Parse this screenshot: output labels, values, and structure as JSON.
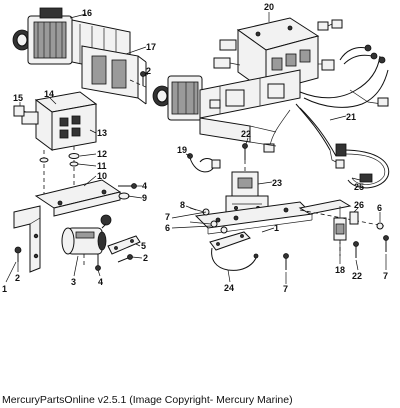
{
  "footer": {
    "text": "MercuryPartsOnline v2.5.1 (Image Copyright- Mercury Marine)"
  },
  "callouts": {
    "c1": "1",
    "c1b": "1",
    "c2a": "2",
    "c2b": "2",
    "c2c": "2",
    "c3": "3",
    "c4a": "4",
    "c4b": "4",
    "c5": "5",
    "c6a": "6",
    "c6b": "6",
    "c7a": "7",
    "c7b": "7",
    "c7c": "7",
    "c8": "8",
    "c9": "9",
    "c10": "10",
    "c11": "11",
    "c12": "12",
    "c13": "13",
    "c14": "14",
    "c15": "15",
    "c16": "16",
    "c17": "17",
    "c18": "18",
    "c19": "19",
    "c20": "20",
    "c21": "21",
    "c22a": "22",
    "c22b": "22",
    "c23": "23",
    "c24": "24",
    "c25": "25",
    "c26": "26"
  }
}
